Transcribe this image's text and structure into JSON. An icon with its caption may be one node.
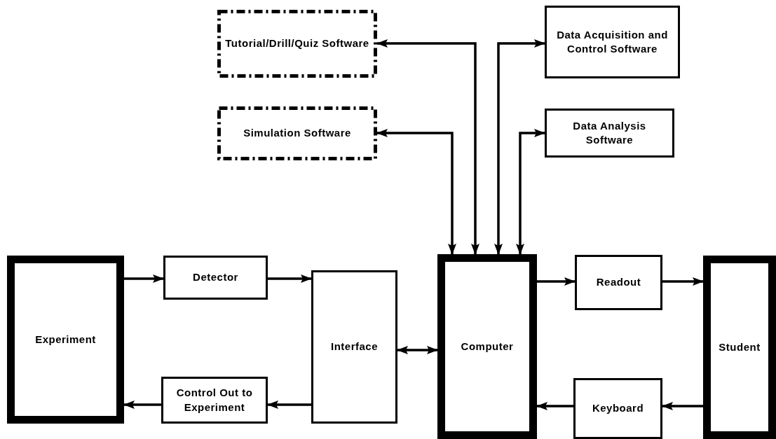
{
  "diagram": {
    "nodes": [
      {
        "text": [
          "Tutorial/Drill/Quiz Software"
        ]
      },
      {
        "text": [
          "Data Acquisition and Control Software"
        ]
      },
      {
        "text": [
          "Simulation Software"
        ]
      },
      {
        "text": [
          "Data Analysis Software"
        ]
      },
      {
        "text": [
          "Experiment"
        ]
      },
      {
        "text": [
          "Detector"
        ]
      },
      {
        "text": [
          "Interface"
        ]
      },
      {
        "text": [
          "Computer"
        ]
      },
      {
        "text": [
          "Readout"
        ]
      },
      {
        "text": [
          "Student"
        ]
      },
      {
        "text": [
          "Control Out to Experiment"
        ]
      },
      {
        "text": [
          "Keyboard"
        ]
      }
    ],
    "edges": [
      {
        "from": 2,
        "to": 7,
        "arrow": "both"
      },
      {
        "from": 0,
        "to": 7,
        "arrow": "both"
      },
      {
        "from": 1,
        "to": 7,
        "arrow": "both"
      },
      {
        "from": 3,
        "to": 7,
        "arrow": "both"
      },
      {
        "from": 4,
        "to": 5,
        "arrow": "to"
      },
      {
        "from": 5,
        "to": 6,
        "arrow": "to"
      },
      {
        "from": 6,
        "to": 7,
        "arrow": "both"
      },
      {
        "from": 7,
        "to": 8,
        "arrow": "to"
      },
      {
        "from": 8,
        "to": 9,
        "arrow": "to"
      },
      {
        "from": 9,
        "to": 11,
        "arrow": "to"
      },
      {
        "from": 11,
        "to": 7,
        "arrow": "to"
      },
      {
        "from": 6,
        "to": 10,
        "arrow": "to"
      },
      {
        "from": 10,
        "to": 4,
        "arrow": "to"
      }
    ]
  }
}
